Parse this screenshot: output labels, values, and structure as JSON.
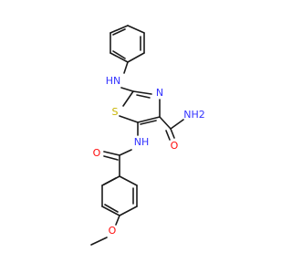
{
  "molecule": {
    "colors": {
      "bond": "#1a1a1a",
      "N": "#3333ff",
      "O": "#ff0d0d",
      "S": "#c8b400"
    },
    "atom_labels": {
      "nh_aniline": "HN",
      "s_ring": "S",
      "n_ring": "N",
      "nh2_amide": "NH2",
      "o_amide": "O",
      "nh_benzamide": "NH",
      "o_benzamide": "O",
      "o_methoxy": "O"
    }
  }
}
